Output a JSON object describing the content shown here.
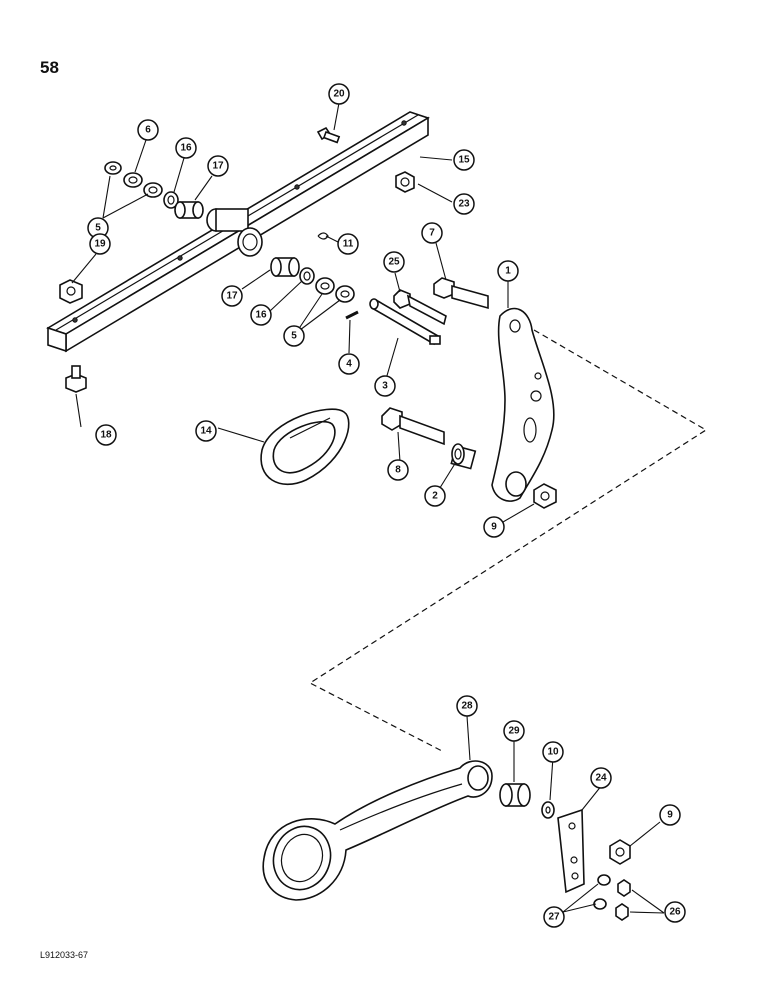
{
  "page_number": "58",
  "figure_code": "L912033-67",
  "callouts": [
    {
      "id": "c20",
      "label": "20"
    },
    {
      "id": "c6",
      "label": "6"
    },
    {
      "id": "c16a",
      "label": "16"
    },
    {
      "id": "c17a",
      "label": "17"
    },
    {
      "id": "c15",
      "label": "15"
    },
    {
      "id": "c5a",
      "label": "5"
    },
    {
      "id": "c23",
      "label": "23"
    },
    {
      "id": "c19",
      "label": "19"
    },
    {
      "id": "c11",
      "label": "11"
    },
    {
      "id": "c7",
      "label": "7"
    },
    {
      "id": "c1",
      "label": "1"
    },
    {
      "id": "c25",
      "label": "25"
    },
    {
      "id": "c17b",
      "label": "17"
    },
    {
      "id": "c16b",
      "label": "16"
    },
    {
      "id": "c5b",
      "label": "5"
    },
    {
      "id": "c4",
      "label": "4"
    },
    {
      "id": "c3",
      "label": "3"
    },
    {
      "id": "c18",
      "label": "18"
    },
    {
      "id": "c14",
      "label": "14"
    },
    {
      "id": "c8",
      "label": "8"
    },
    {
      "id": "c2",
      "label": "2"
    },
    {
      "id": "c9a",
      "label": "9"
    },
    {
      "id": "c28",
      "label": "28"
    },
    {
      "id": "c29",
      "label": "29"
    },
    {
      "id": "c10",
      "label": "10"
    },
    {
      "id": "c24",
      "label": "24"
    },
    {
      "id": "c9b",
      "label": "9"
    },
    {
      "id": "c27",
      "label": "27"
    },
    {
      "id": "c26",
      "label": "26"
    }
  ]
}
